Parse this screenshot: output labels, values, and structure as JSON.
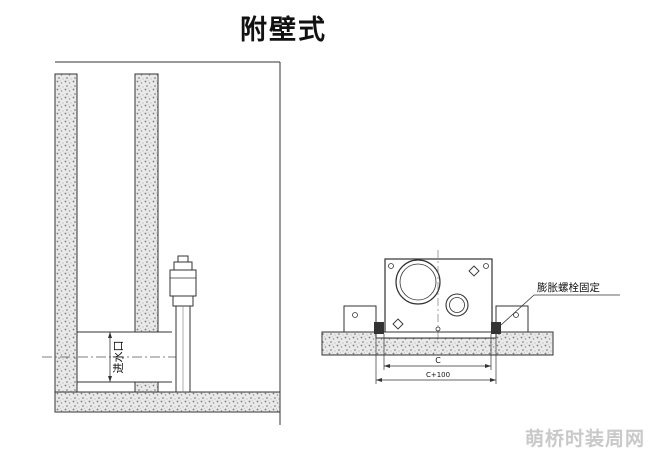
{
  "title": "附壁式",
  "left_figure": {
    "inlet_label": "进水口"
  },
  "right_figure": {
    "callout_label": "膨胀螺栓固定",
    "dim_inner": "C",
    "dim_outer": "C+100"
  },
  "watermark": "萌桥时装周网"
}
